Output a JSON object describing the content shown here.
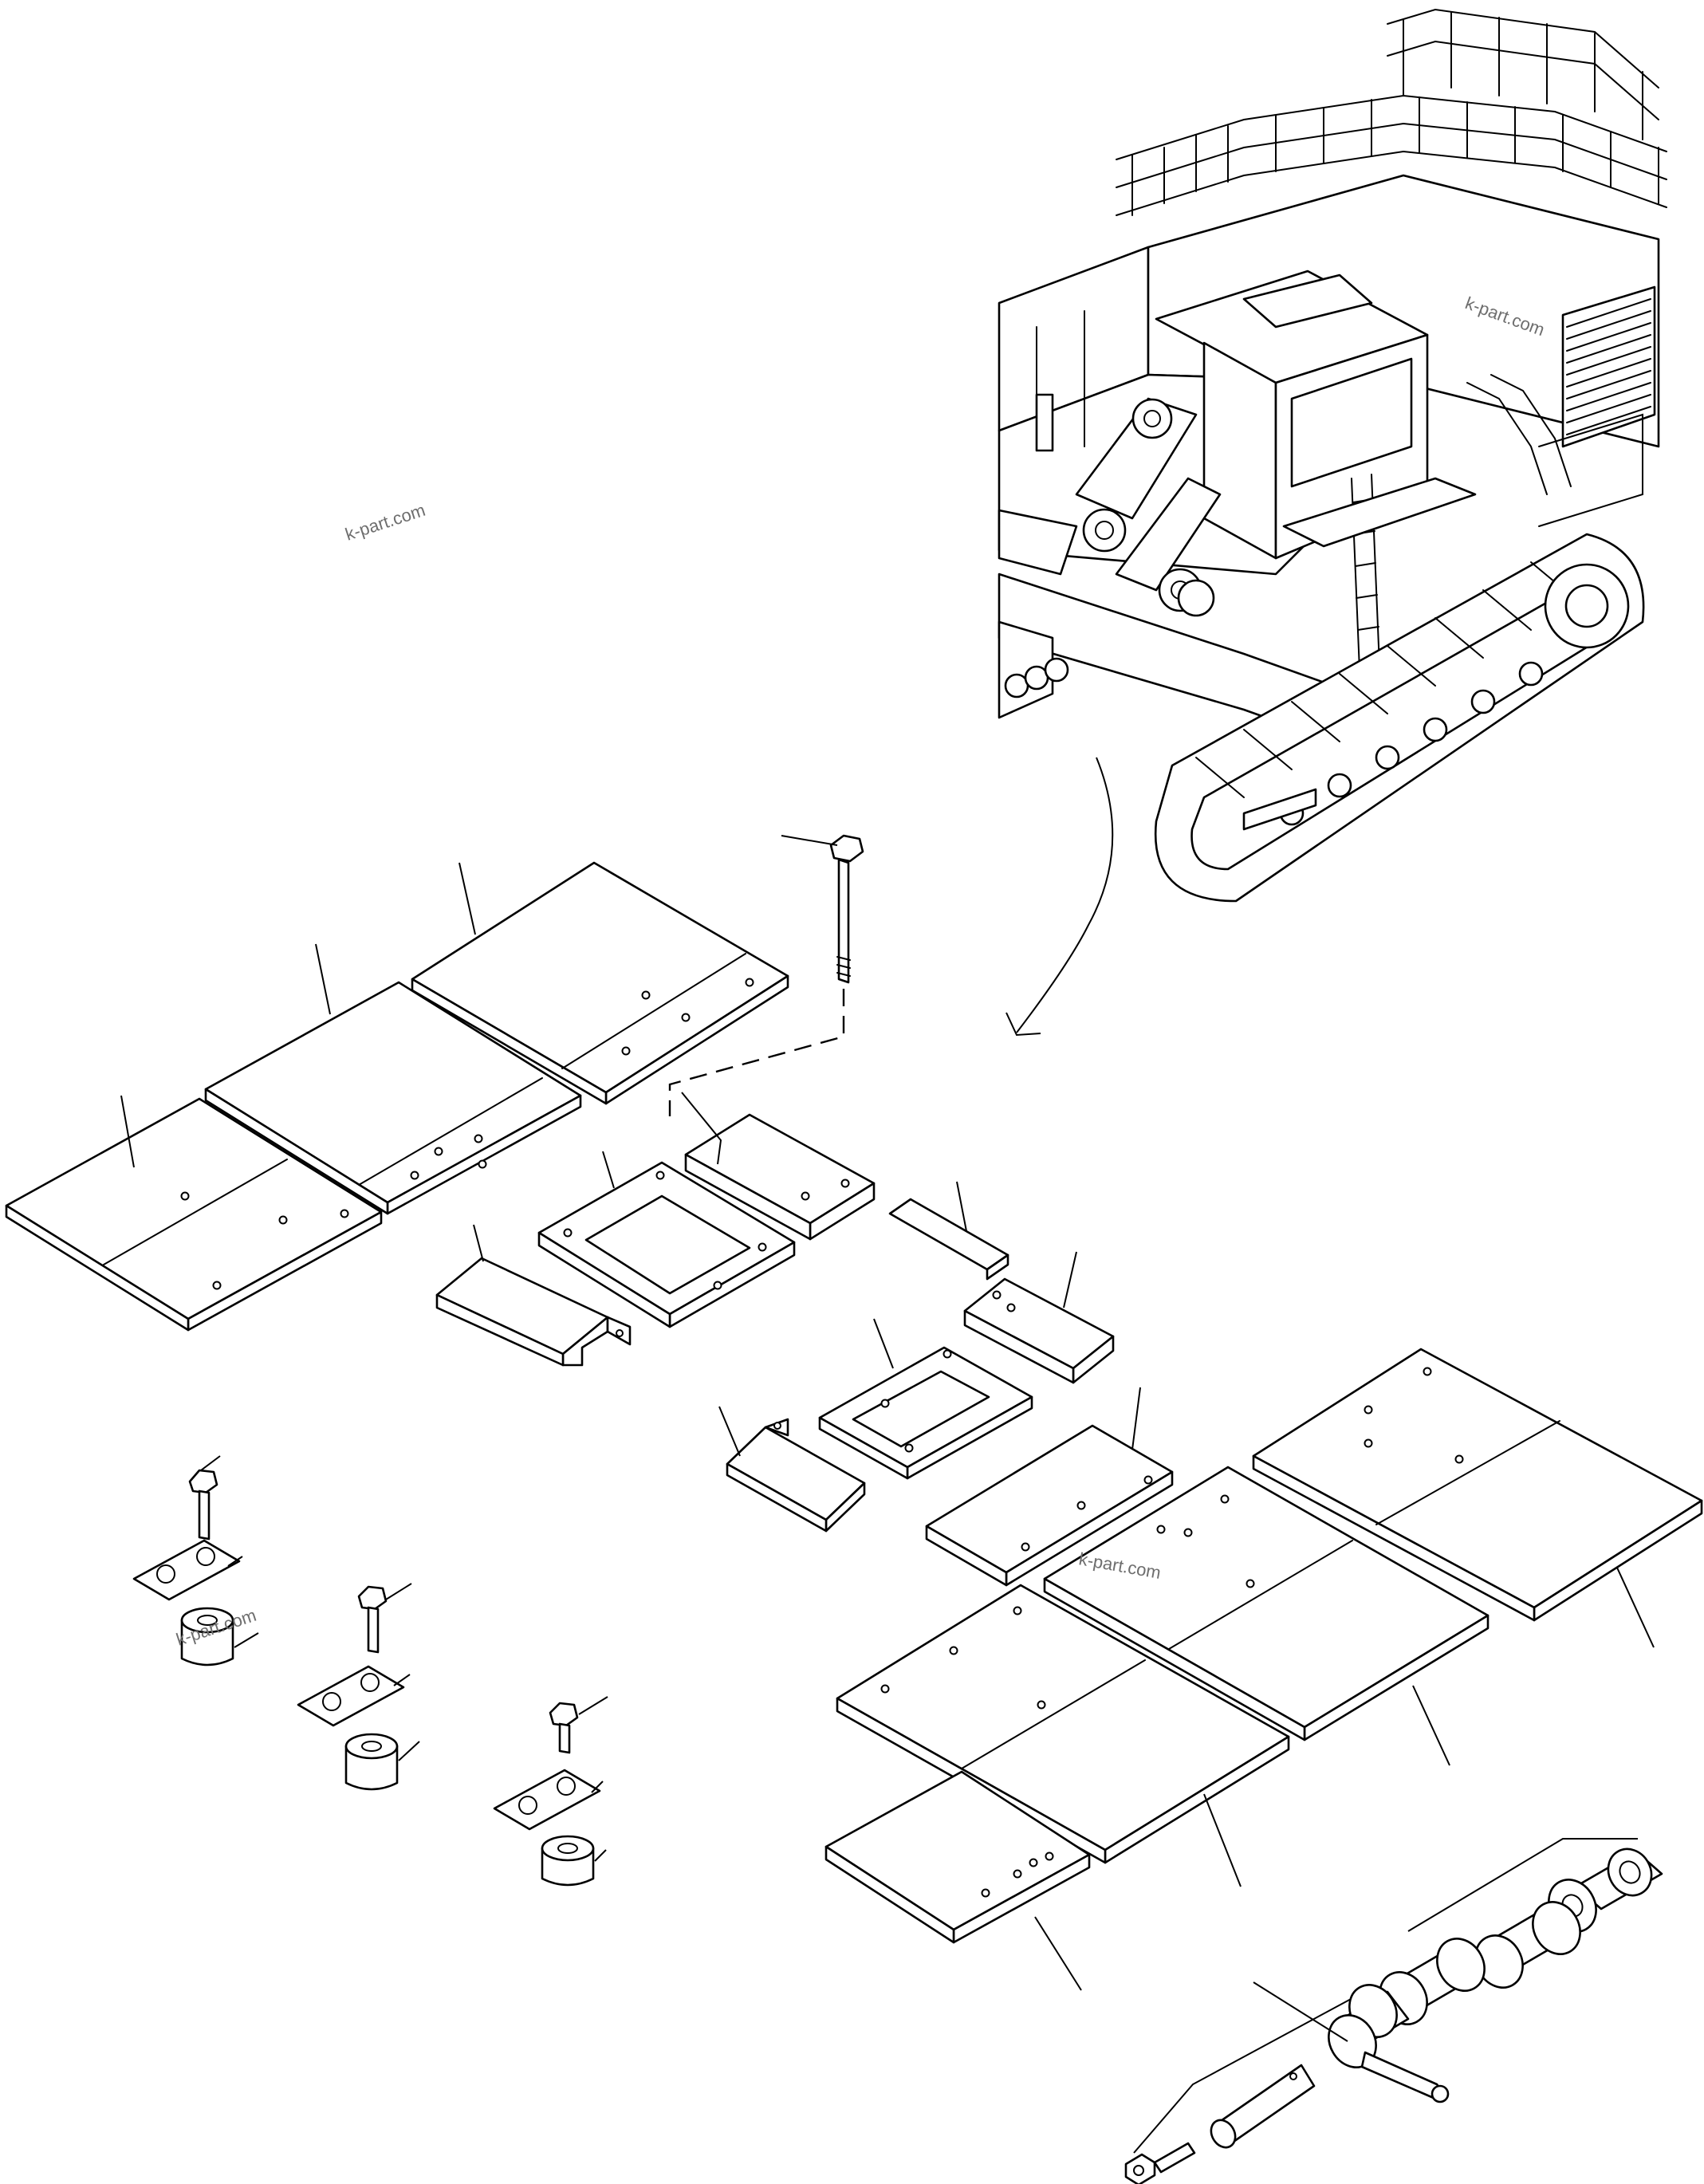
{
  "watermarks": [
    "k-part.com",
    "k-part.com",
    "k-part.com",
    "k-part.com"
  ],
  "colors": {
    "line": "#000000",
    "background": "#ffffff",
    "watermark": "#6e6e6e"
  }
}
